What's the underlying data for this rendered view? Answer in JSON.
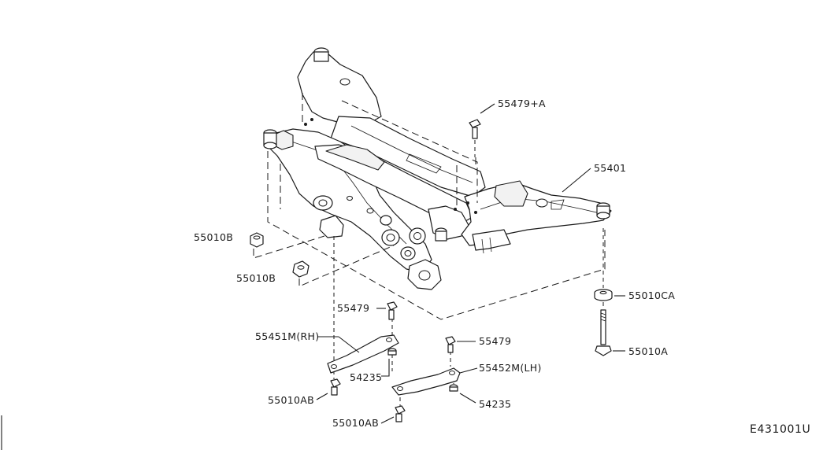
{
  "diagram": {
    "id_label": "E431001U",
    "callouts": {
      "p55479_a": "55479+A",
      "p55401": "55401",
      "p55010b_upper": "55010B",
      "p55010b_lower": "55010B",
      "p55479_left": "55479",
      "p55451m": "55451M(RH)",
      "p54235_left": "54235",
      "p55010ab_left": "55010AB",
      "p55479_right": "55479",
      "p55452m": "55452M(LH)",
      "p54235_right": "54235",
      "p55010ab_right": "55010AB",
      "p55010ca": "55010CA",
      "p55010a": "55010A"
    }
  }
}
